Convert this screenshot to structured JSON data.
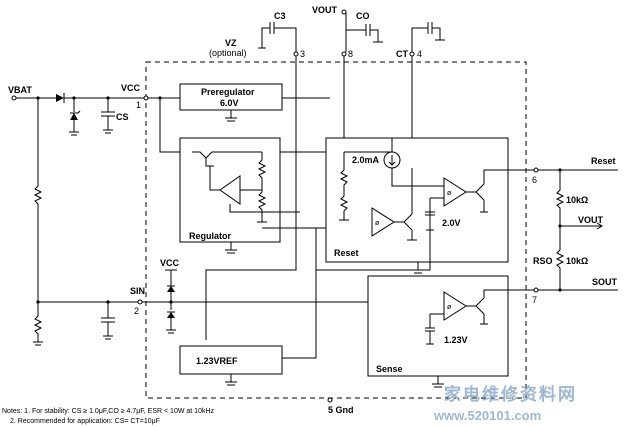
{
  "pins": {
    "vbat": "VBAT",
    "vcc_pin": "VCC",
    "vcc_num": "1",
    "vz_label": "VZ",
    "vz_optional": "(optional)",
    "vz_num": "3",
    "c3_label": "C3",
    "vout_top": "VOUT",
    "vout_num": "8",
    "co_label": "CO",
    "ct_label": "CT",
    "ct_num": "4",
    "sin_label": "SIN",
    "sin_num": "2",
    "gnd_label": "5 Gnd",
    "reset_label": "Reset",
    "reset_num": "6",
    "vout_right": "VOUT",
    "sout_label": "SOUT",
    "sout_num": "7",
    "rso_label": "RSO",
    "cs_label": "CS",
    "vcc_local": "VCC"
  },
  "blocks": {
    "preregulator_l1": "Preregulator",
    "preregulator_l2": "6.0V",
    "regulator": "Regulator",
    "reset": "Reset",
    "sense": "Sense",
    "vref": "1.23VREF"
  },
  "values": {
    "current": "2.0mA",
    "v_reset": "2.0V",
    "v_sense": "1.23V",
    "r1": "10kΩ",
    "r2": "10kΩ"
  },
  "notes": {
    "n1": "Notes: 1. For stability: CS ≥ 1.0μF,CO ≥ 4.7μF, ESR < 10W at 10kHz",
    "n2": "2. Recommended for application: CS= CT=10μF"
  },
  "watermark": {
    "cn": "家电维修资料网",
    "url": "www.520101.com"
  }
}
